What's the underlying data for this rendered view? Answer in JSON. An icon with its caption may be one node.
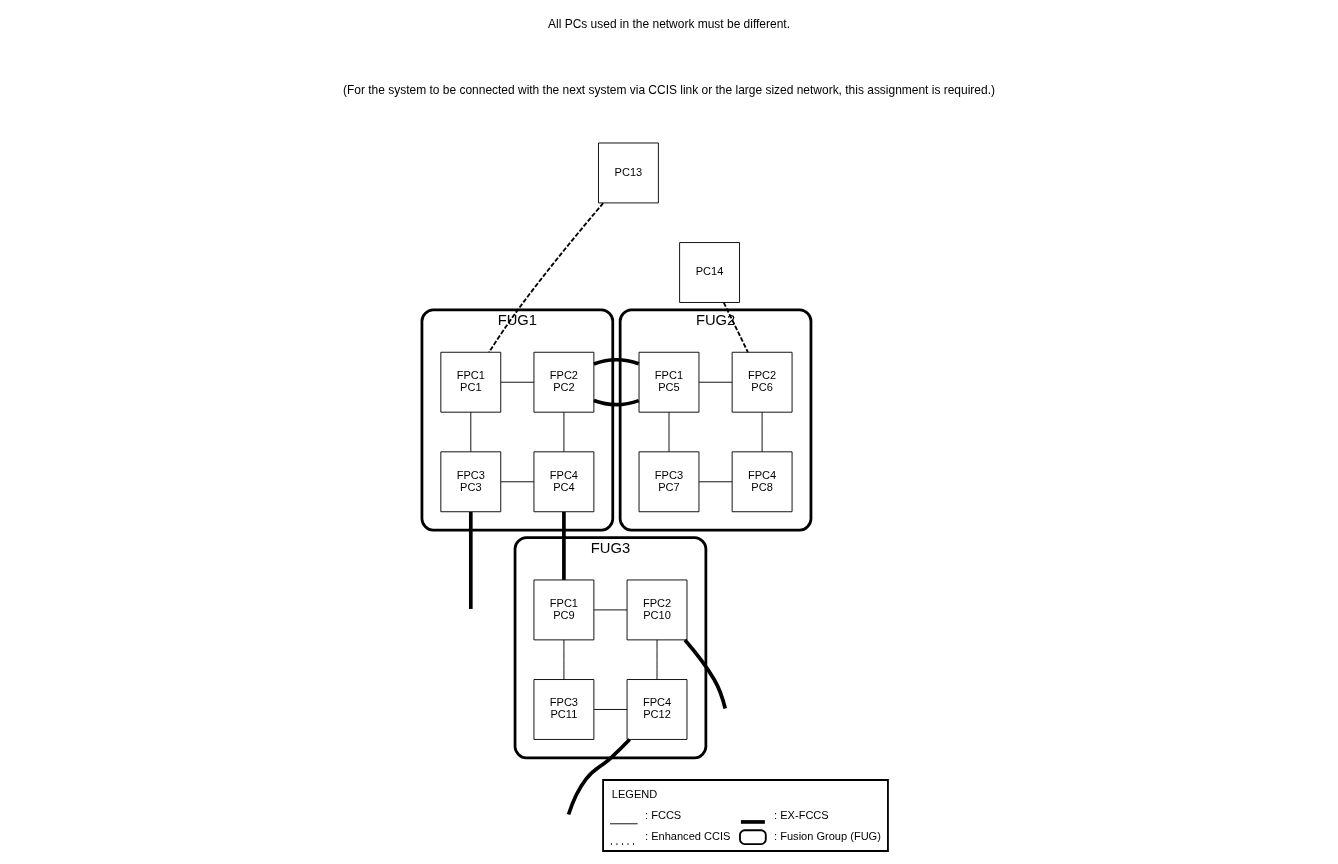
{
  "diagram": {
    "nodes": [
      {
        "text": [
          "FUG1"
        ]
      },
      {
        "text": [
          "FPC1",
          "PC1"
        ],
        "in": 0
      },
      {
        "text": [
          "FPC2",
          "PC2"
        ],
        "in": 0
      },
      {
        "text": [
          "FPC3",
          "PC3"
        ],
        "in": 0
      },
      {
        "text": [
          "FPC4",
          "PC4"
        ],
        "in": 0
      },
      {
        "text": [
          "FUG2"
        ]
      },
      {
        "text": [
          "FPC1",
          "PC5"
        ],
        "in": 5
      },
      {
        "text": [
          "FPC2",
          "PC6"
        ],
        "in": 5
      },
      {
        "text": [
          "FPC3",
          "PC7"
        ],
        "in": 5
      },
      {
        "text": [
          "FPC4",
          "PC8"
        ],
        "in": 5
      },
      {
        "text": [
          "FUG3"
        ]
      },
      {
        "text": [
          "FPC1",
          "PC9"
        ],
        "in": 10
      },
      {
        "text": [
          "FPC2",
          "PC10"
        ],
        "in": 10
      },
      {
        "text": [
          "FPC3",
          "PC11"
        ],
        "in": 10
      },
      {
        "text": [
          "FPC4",
          "PC12"
        ],
        "in": 10
      },
      {
        "text": [
          "PC13"
        ]
      },
      {
        "text": [
          "PC14"
        ]
      }
    ],
    "edges": [
      {
        "from": 1,
        "to": 2,
        "arrow": "none"
      },
      {
        "from": 1,
        "to": 3,
        "arrow": "none"
      },
      {
        "from": 2,
        "to": 4,
        "arrow": "none"
      },
      {
        "from": 3,
        "to": 4,
        "arrow": "none"
      },
      {
        "from": 6,
        "to": 7,
        "arrow": "none"
      },
      {
        "from": 6,
        "to": 8,
        "arrow": "none"
      },
      {
        "from": 7,
        "to": 9,
        "arrow": "none"
      },
      {
        "from": 8,
        "to": 9,
        "arrow": "none"
      },
      {
        "from": 11,
        "to": 12,
        "arrow": "none"
      },
      {
        "from": 11,
        "to": 13,
        "arrow": "none"
      },
      {
        "from": 12,
        "to": 14,
        "arrow": "none"
      },
      {
        "from": 13,
        "to": 14,
        "arrow": "none"
      },
      {
        "from": 2,
        "to": 6,
        "arrow": "none",
        "style": "thick"
      },
      {
        "from": 4,
        "to": 11,
        "arrow": "none",
        "style": "thick"
      },
      {
        "from": 3,
        "to": null,
        "arrow": "none",
        "style": "thick"
      },
      {
        "from": 12,
        "to": null,
        "arrow": "none",
        "style": "thick"
      },
      {
        "from": 14,
        "to": null,
        "arrow": "none",
        "style": "thick"
      },
      {
        "from": 15,
        "to": 1,
        "arrow": "none",
        "style": "dashed"
      },
      {
        "from": 16,
        "to": 7,
        "arrow": "none",
        "style": "dashed"
      }
    ],
    "labels": [
      "All PCs used in the network must be different.",
      "(For the system to be connected with the next system via CCIS link or the large sized network, this assignment is required.)",
      "LEGEND"
    ],
    "legend": [
      {
        "text": ": FCCS"
      },
      {
        "text": ": EX-FCCS"
      },
      {
        "text": ": Enhanced CCIS"
      },
      {
        "text": ": Fusion Group (FUG)"
      }
    ]
  }
}
